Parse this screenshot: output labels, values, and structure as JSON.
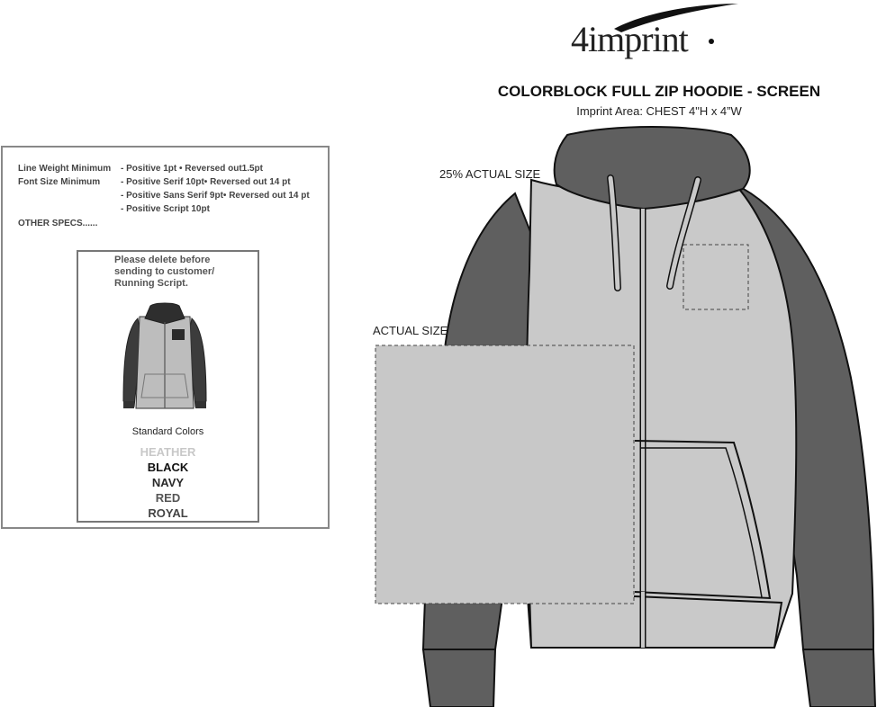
{
  "logo": {
    "text": "4imprint",
    "mark": "4imprint-swoosh-logo"
  },
  "product": {
    "title": "COLORBLOCK FULL ZIP HOODIE - SCREEN",
    "imprint_area": "Imprint Area: CHEST 4\"H x 4”W"
  },
  "specs": {
    "line_weight_label": "Line Weight Minimum",
    "line_weight_value": "- Positive 1pt  • Reversed out1.5pt",
    "font_size_label": "Font Size Minimum",
    "font_size_values": [
      "- Positive Serif 10pt• Reversed out 14 pt",
      "- Positive Sans Serif 9pt• Reversed out 14 pt",
      "- Positive Script 10pt"
    ],
    "other_specs": "OTHER SPECS......"
  },
  "preview": {
    "note_lines": [
      "Please delete before",
      "sending to customer/",
      "Running Script."
    ],
    "standard_colors_label": "Standard Colors",
    "colors": [
      {
        "name": "HEATHER",
        "hex": "#c8c8c8"
      },
      {
        "name": "BLACK",
        "hex": "#111111"
      },
      {
        "name": "NAVY",
        "hex": "#2a2a2a"
      },
      {
        "name": "RED",
        "hex": "#555555"
      },
      {
        "name": "ROYAL",
        "hex": "#444444"
      }
    ]
  },
  "labels": {
    "quarter_size": "25% ACTUAL SIZE",
    "actual_size": "ACTUAL SIZE"
  },
  "palette": {
    "body_gray": "#c9c9c9",
    "sleeve_gray": "#5f5f5f",
    "outline": "#111111",
    "imprint_box_fill": "#c8c8c8"
  }
}
